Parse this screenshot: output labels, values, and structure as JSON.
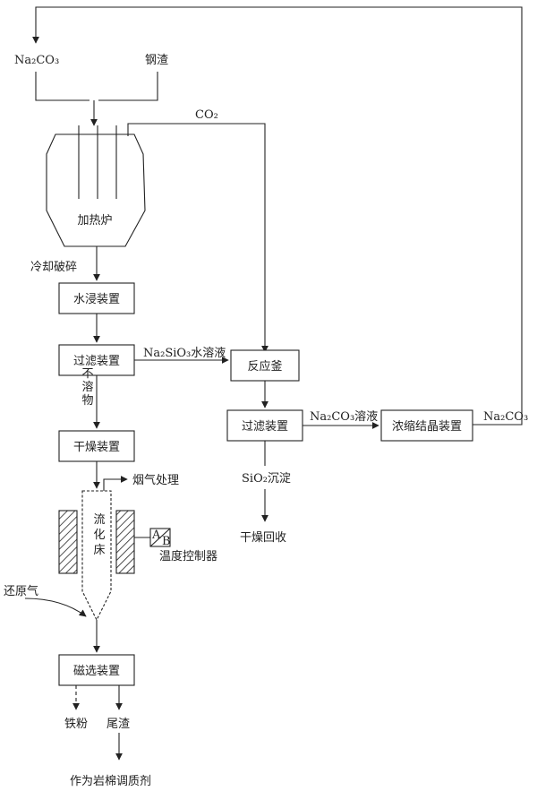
{
  "diagram": {
    "inputs": {
      "na2co3_label": "Na₂CO₃",
      "steel_slag_label": "钢渣",
      "co2_label": "CO₂"
    },
    "furnace_label": "加热炉",
    "cool_crush_label": "冷却破碎",
    "water_leach_label": "水浸装置",
    "filter1_label": "过滤装置",
    "na2sio3_solution_label": "Na₂SiO₃水溶液",
    "insoluble_label": "不溶物",
    "dryer_label": "干燥装置",
    "flue_gas_label": "烟气处理",
    "fluidized_bed_label": "流化床",
    "temp_controller_label": "温度控制器",
    "controller_a": "A",
    "controller_b": "B",
    "reducing_gas_label": "还原气",
    "magnetic_sep_label": "磁选装置",
    "iron_powder_label": "铁粉",
    "tailings_label": "尾渣",
    "rockwool_label": "作为岩棉调质剂",
    "reactor_label": "反应釜",
    "filter2_label": "过滤装置",
    "na2co3_solution_label": "Na₂CO₃溶液",
    "concentrate_label": "浓缩结晶装置",
    "na2co3_recycle_label": "Na₂CO₃",
    "sio2_label": "SiO₂沉淀",
    "dry_recover_label": "干燥回收"
  }
}
